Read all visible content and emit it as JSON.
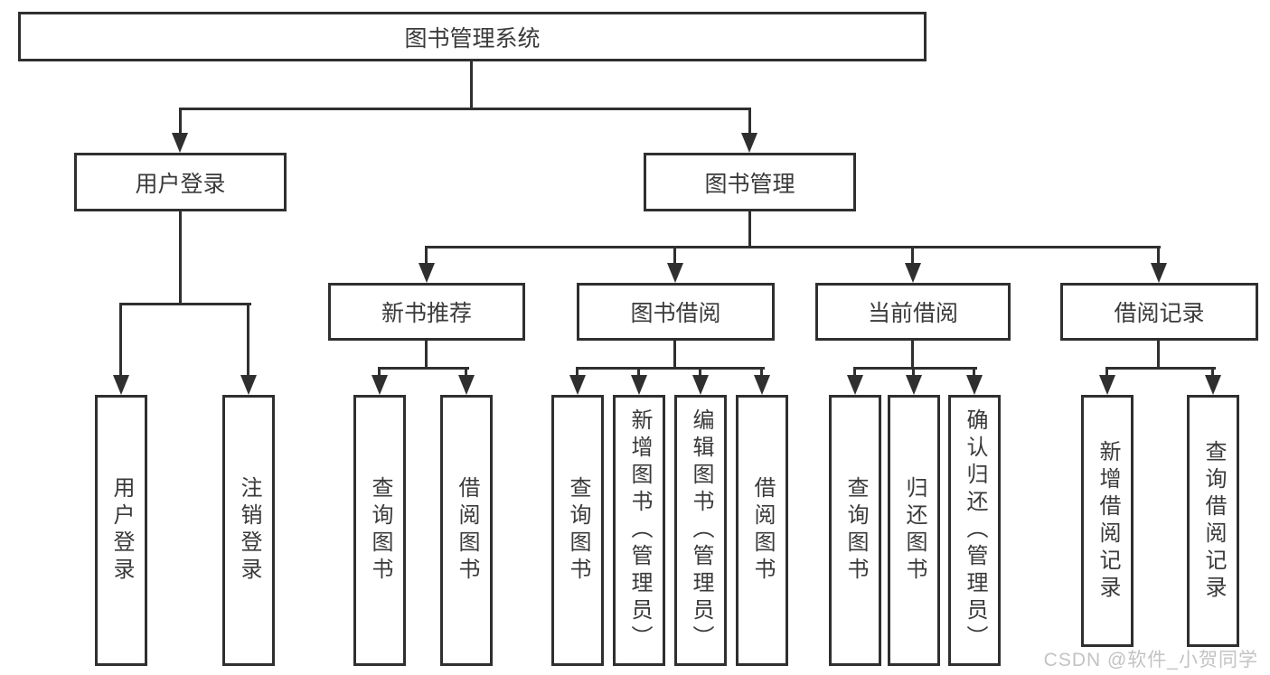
{
  "tree": {
    "label": "图书管理系统",
    "children": [
      {
        "label": "用户登录",
        "children": [
          {
            "label": "用户登录"
          },
          {
            "label": "注销登录"
          }
        ]
      },
      {
        "label": "图书管理",
        "children": [
          {
            "label": "新书推荐",
            "children": [
              {
                "label": "查询图书"
              },
              {
                "label": "借阅图书"
              }
            ]
          },
          {
            "label": "图书借阅",
            "children": [
              {
                "label": "查询图书"
              },
              {
                "label": "新增图书（管理员）"
              },
              {
                "label": "编辑图书（管理员）"
              },
              {
                "label": "借阅图书"
              }
            ]
          },
          {
            "label": "当前借阅",
            "children": [
              {
                "label": "查询图书"
              },
              {
                "label": "归还图书"
              },
              {
                "label": "确认归还（管理员）"
              }
            ]
          },
          {
            "label": "借阅记录",
            "children": [
              {
                "label": "新增借阅记录"
              },
              {
                "label": "查询借阅记录"
              }
            ]
          }
        ]
      }
    ]
  },
  "watermark": "CSDN @软件_小贺同学",
  "colors": {
    "line": "#2f2f2f",
    "text": "#3a3a3a",
    "background": "#ffffff",
    "watermark": "#c3c3c3"
  }
}
